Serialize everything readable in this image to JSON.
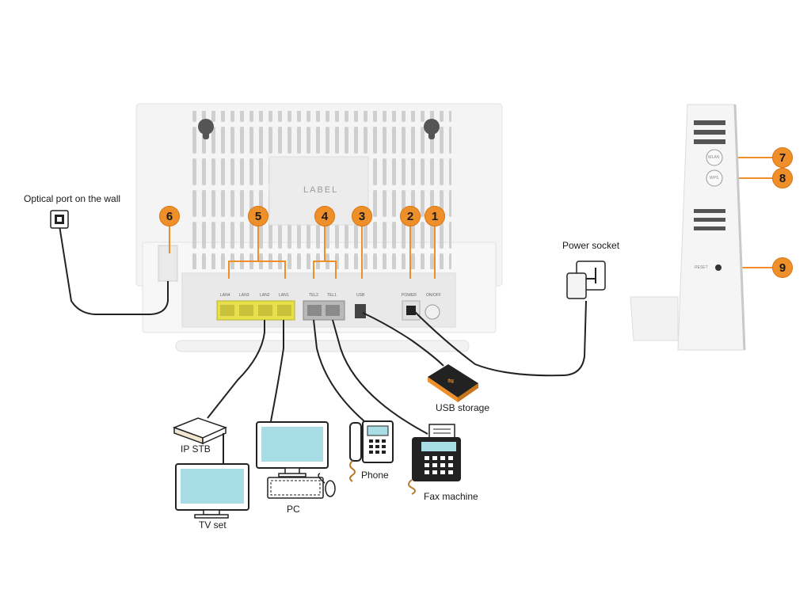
{
  "labels": {
    "optical_port": "Optical port on the wall",
    "power_socket": "Power socket",
    "usb_storage": "USB storage",
    "ip_stb": "IP STB",
    "tv_set": "TV set",
    "pc": "PC",
    "phone": "Phone",
    "fax_machine": "Fax machine",
    "label_plate": "LABEL"
  },
  "callouts": [
    "1",
    "2",
    "3",
    "4",
    "5",
    "6",
    "7",
    "8",
    "9"
  ],
  "ports": {
    "lan": [
      "LAN4",
      "LAN3",
      "LAN2",
      "LAN1"
    ],
    "tel": [
      "TEL2",
      "TEL1"
    ],
    "usb": "USB",
    "power": "POWER",
    "onoff": "ON/OFF"
  },
  "side_buttons": {
    "wlan": "WLAN",
    "wps": "WPS",
    "reset": "RESET"
  },
  "colors": {
    "callout": "#ef8f2a",
    "lan_port": "#e8e04a",
    "device_screen": "#a8dde6",
    "device_outline": "#222222",
    "cable": "#222222"
  }
}
